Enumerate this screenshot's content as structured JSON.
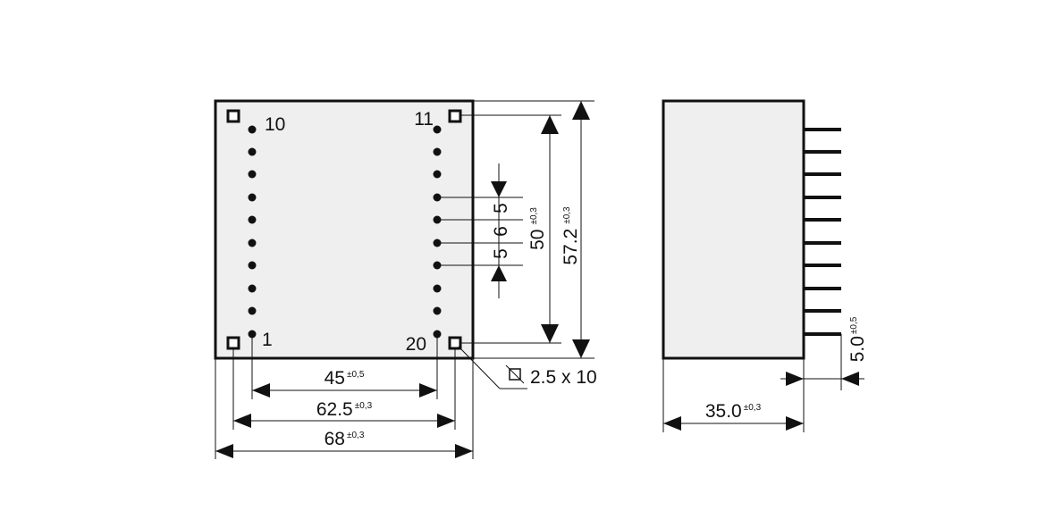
{
  "pins": {
    "top_left": "10",
    "top_right": "11",
    "bottom_left": "1",
    "bottom_right": "20"
  },
  "dimensions": {
    "pin_row_spacing": {
      "value": "45",
      "tolerance": "±0,5"
    },
    "mount_hole_spacing": {
      "value": "62.5",
      "tolerance": "±0,3"
    },
    "body_width": {
      "value": "68",
      "tolerance": "±0,3"
    },
    "pin_column_spacing": {
      "value": "50",
      "tolerance": "±0,3"
    },
    "body_height": {
      "value": "57.2",
      "tolerance": "±0,3"
    },
    "gap_upper": "5",
    "gap_middle": "6",
    "gap_lower": "5",
    "mount_pin": "2.5 x 10",
    "side_depth": {
      "value": "35.0",
      "tolerance": "±0,3"
    },
    "pin_length": {
      "value": "5.0",
      "tolerance": "±0,5"
    }
  }
}
